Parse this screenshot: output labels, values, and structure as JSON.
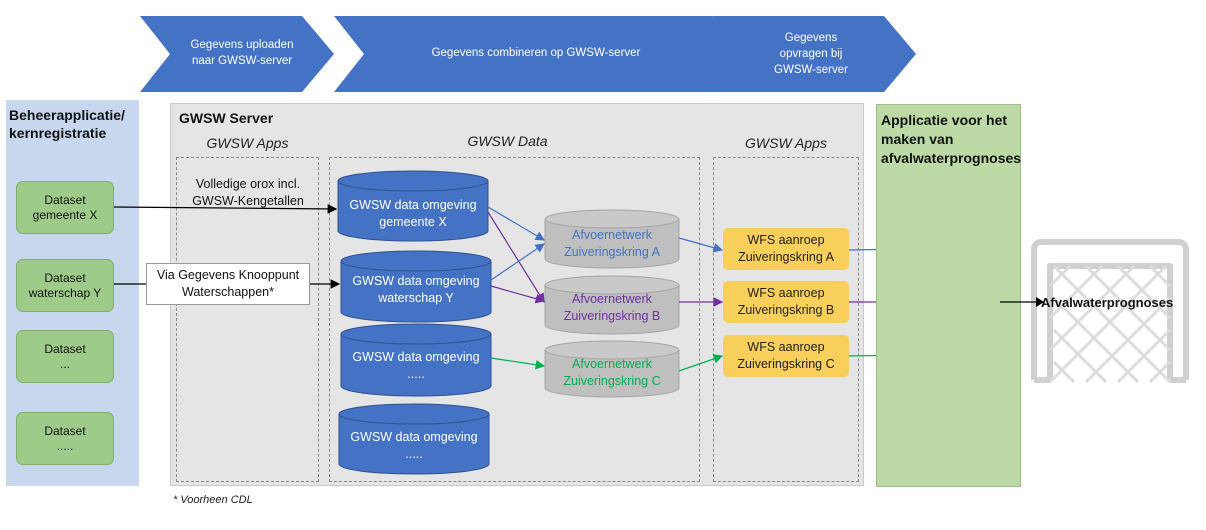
{
  "process_steps": [
    {
      "label": "Gegevens  uploaden\nnaar GWSW-server"
    },
    {
      "label": "Gegevens  combineren op GWSW-server"
    },
    {
      "label": "Gegevens\nopvragen bij\nGWSW-server"
    }
  ],
  "left_panel": {
    "title": "Beheerapplicatie/\nkernregistratie",
    "datasets": [
      {
        "label": "Dataset\ngemeente  X"
      },
      {
        "label": "Dataset\nwaterschap Y"
      },
      {
        "label": "Dataset\n..."
      },
      {
        "label": "Dataset\n....."
      }
    ]
  },
  "server_panel": {
    "title": "GWSW Server",
    "apps_label_left": "GWSW Apps",
    "data_label": "GWSW Data",
    "apps_label_right": "GWSW Apps",
    "orox_text": "Volledige orox incl.\nGWSW-Kengetallen",
    "knooppunt_text": "Via Gegevens Knooppunt\nWaterschappen*",
    "data_cylinders": [
      {
        "label": "GWSW data omgeving\ngemeente X"
      },
      {
        "label": "GWSW data omgeving\nwaterschap Y"
      },
      {
        "label": "GWSW data omgeving\n....."
      },
      {
        "label": "GWSW data omgeving\n....."
      }
    ],
    "networks": [
      {
        "label": "Afvoernetwerk\nZuiveringskring A",
        "color": "#4472c4"
      },
      {
        "label": "Afvoernetwerk\nZuiveringskring B",
        "color": "#7030a0"
      },
      {
        "label": "Afvoernetwerk\nZuiveringskring C",
        "color": "#00b050"
      }
    ],
    "wfs_boxes": [
      {
        "label": "WFS aanroep\nZuiveringskring A",
        "color": "#4472c4"
      },
      {
        "label": "WFS aanroep\nZuiveringskring B",
        "color": "#7030a0"
      },
      {
        "label": "WFS aanroep\nZuiveringskring C",
        "color": "#00b050"
      }
    ]
  },
  "right_panel": {
    "title": "Applicatie voor het\nmaken van\nafvalwaterprognoses"
  },
  "output": {
    "label": "Afvalwaterprognoses",
    "icon": "goal-net-icon"
  },
  "footnote": "* Voorheen CDL",
  "colors": {
    "chevron": "#4472c4",
    "cylinder_blue": "#4472c4",
    "cylinder_gray": "#bfbfbf",
    "dataset_green": "#9fcb8a",
    "wfs_yellow": "#f8cf5a"
  }
}
